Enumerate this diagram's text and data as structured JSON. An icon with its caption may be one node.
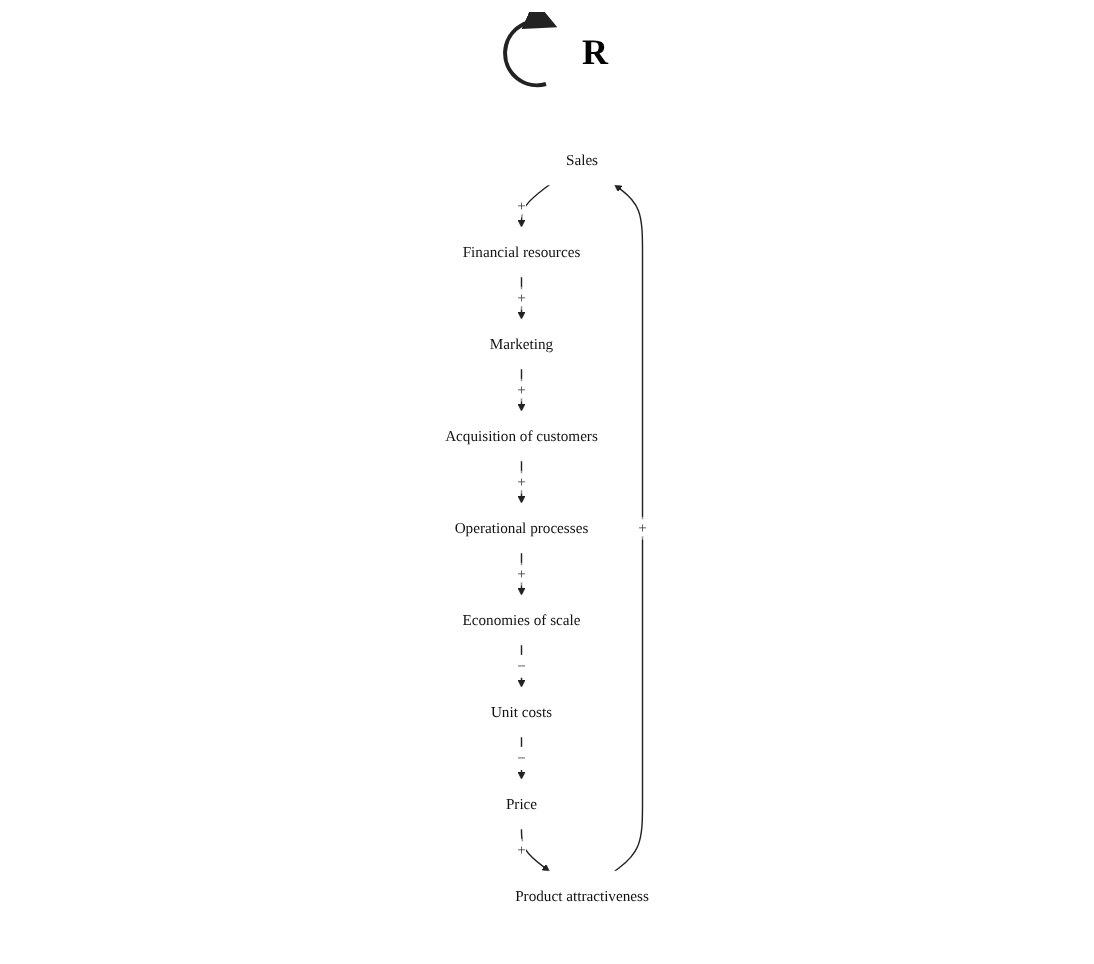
{
  "diagram": {
    "nodes": [
      {
        "text": [
          "Sales"
        ]
      },
      {
        "text": [
          "Financial resources"
        ]
      },
      {
        "text": [
          "Marketing"
        ]
      },
      {
        "text": [
          "Acquisition of customers"
        ]
      },
      {
        "text": [
          "Operational processes"
        ]
      },
      {
        "text": [
          "Economies of scale"
        ]
      },
      {
        "text": [
          "Unit costs"
        ]
      },
      {
        "text": [
          "Price"
        ]
      },
      {
        "text": [
          "Product attractiveness"
        ]
      }
    ],
    "edges": [
      {
        "from": 0,
        "to": 1,
        "arrow": "to",
        "label": "+"
      },
      {
        "from": 1,
        "to": 2,
        "arrow": "to",
        "label": "+"
      },
      {
        "from": 2,
        "to": 3,
        "arrow": "to",
        "label": "+"
      },
      {
        "from": 3,
        "to": 4,
        "arrow": "to",
        "label": "+"
      },
      {
        "from": 4,
        "to": 5,
        "arrow": "to",
        "label": "+"
      },
      {
        "from": 5,
        "to": 6,
        "arrow": "to",
        "label": "−"
      },
      {
        "from": 6,
        "to": 7,
        "arrow": "to",
        "label": "−"
      },
      {
        "from": 7,
        "to": 8,
        "arrow": "to",
        "label": "+"
      },
      {
        "from": 8,
        "to": 0,
        "arrow": "to",
        "label": "+"
      }
    ],
    "labels": [
      "R"
    ]
  }
}
